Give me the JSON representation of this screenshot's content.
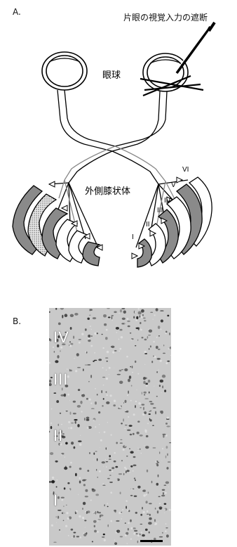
{
  "panelA": {
    "label": "A.",
    "annotation": "片眼の視覚入力の遮断",
    "eye_label": "眼球",
    "lgn_label": "外側膝状体",
    "layers": [
      "I",
      "II",
      "III",
      "IV",
      "V",
      "VI"
    ]
  },
  "panelB": {
    "label": "B.",
    "layer_labels": [
      "IV",
      "III",
      "II",
      "I"
    ]
  }
}
